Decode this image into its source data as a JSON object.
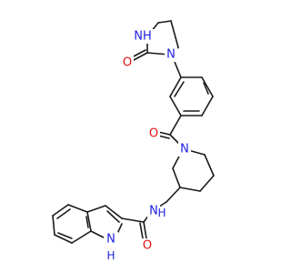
{
  "molecule": {
    "atom_labels": {
      "urea_nh": "NH",
      "urea_o": "O",
      "urea_n": "N",
      "amide_o": "O",
      "piperidine_n": "N",
      "amide_n": "N",
      "amide_h": "H",
      "indole_o": "O",
      "indole_n": "N",
      "indole_h": "H"
    },
    "colors": {
      "nitrogen": "#2020e0",
      "oxygen": "#e01010",
      "carbon": "#1a1a1a"
    }
  }
}
